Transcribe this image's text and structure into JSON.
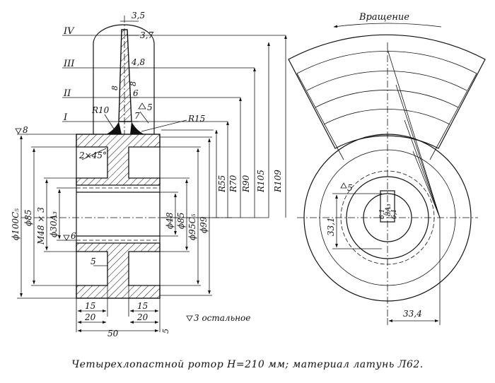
{
  "caption": "Четырехлопастной ротор H=210 мм; материал латунь Л62.",
  "rotation_label": "Вращение",
  "blade_levels": {
    "l4": "IV",
    "l3": "III",
    "l2": "II",
    "l1": "I"
  },
  "blade_thickness": {
    "t35": "3,5",
    "t37": "3,7",
    "t48": "4,8",
    "t6": "6",
    "t7": "7",
    "t8a": "8",
    "t8b": "8"
  },
  "weld_radii": {
    "r10": "R10",
    "r15": "R15"
  },
  "surface_marks": {
    "s5": "5",
    "s8": "8",
    "s6": "6",
    "s3_other": "3 остальное"
  },
  "radii": {
    "r55": "R55",
    "r70": "R70",
    "r90": "R90",
    "r105": "R105",
    "r109": "R109"
  },
  "diameters": {
    "d100": "ϕ100C₅",
    "d85": "ϕ85",
    "m48": "M48 × 3",
    "d30": "ϕ30A₃",
    "d48": "ϕ48",
    "d85b": "ϕ85",
    "d95": "ϕ95C₅",
    "d99": "ϕ99"
  },
  "chamfer": "2×45°",
  "web_thickness": "5",
  "widths": {
    "w15a": "15",
    "w20a": "20",
    "w50": "50",
    "w15b": "15",
    "w20b": "20",
    "w5": "5"
  },
  "side_view": {
    "d331": "33,1",
    "d334": "33,4",
    "s5": "5",
    "key_a": "8A₃",
    "key_b": "6,1",
    "key_c": "6,1"
  }
}
